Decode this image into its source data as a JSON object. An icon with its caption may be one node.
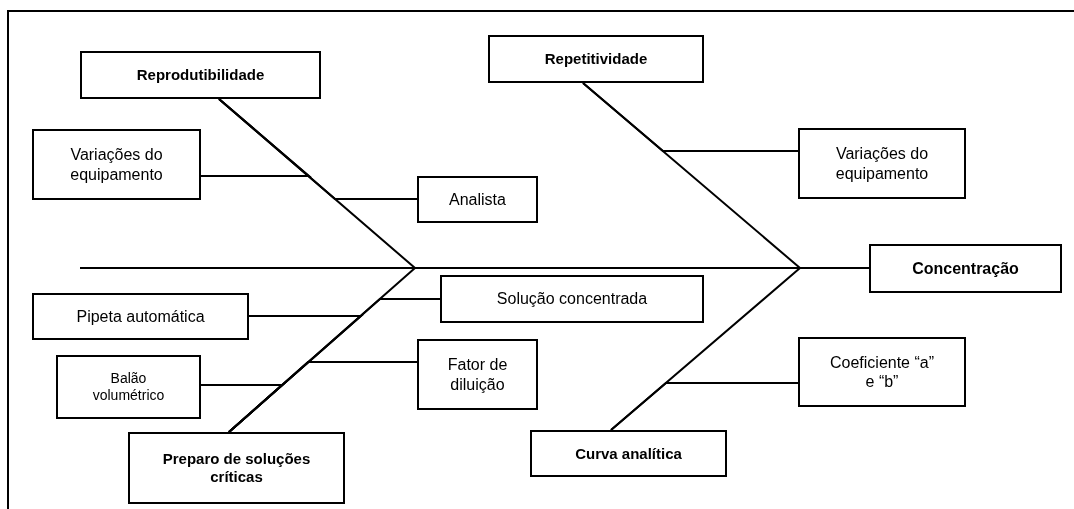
{
  "diagram": {
    "nodes": [
      {
        "text": [
          "Reprodutibilidade"
        ]
      },
      {
        "text": [
          "Variações do equipamento"
        ]
      },
      {
        "text": [
          "Analista"
        ]
      },
      {
        "text": [
          "Repetitividade"
        ]
      },
      {
        "text": [
          "Variações do equipamento"
        ]
      },
      {
        "text": [
          "Concentração"
        ]
      },
      {
        "text": [
          "Pipeta automática"
        ]
      },
      {
        "text": [
          "Solução concentrada"
        ]
      },
      {
        "text": [
          "Balão volumétrico"
        ]
      },
      {
        "text": [
          "Fator de diluição"
        ]
      },
      {
        "text": [
          "Preparo de soluções críticas"
        ]
      },
      {
        "text": [
          "Curva analítica"
        ]
      },
      {
        "text": [
          "Coeficiente “a” e “b”"
        ]
      }
    ],
    "edges": [
      {
        "from": 0,
        "to": 5,
        "arrow": "none"
      },
      {
        "from": 3,
        "to": 5,
        "arrow": "none"
      },
      {
        "from": 10,
        "to": 5,
        "arrow": "none"
      },
      {
        "from": 11,
        "to": 5,
        "arrow": "none"
      },
      {
        "from": null,
        "to": 5,
        "arrow": "none"
      },
      {
        "from": 1,
        "to": 0,
        "arrow": "none"
      },
      {
        "from": 2,
        "to": 0,
        "arrow": "none"
      },
      {
        "from": 4,
        "to": 3,
        "arrow": "none"
      },
      {
        "from": 6,
        "to": 10,
        "arrow": "none"
      },
      {
        "from": 7,
        "to": 10,
        "arrow": "none"
      },
      {
        "from": 8,
        "to": 10,
        "arrow": "none"
      },
      {
        "from": 9,
        "to": 10,
        "arrow": "none"
      },
      {
        "from": 12,
        "to": 11,
        "arrow": "none"
      }
    ]
  }
}
